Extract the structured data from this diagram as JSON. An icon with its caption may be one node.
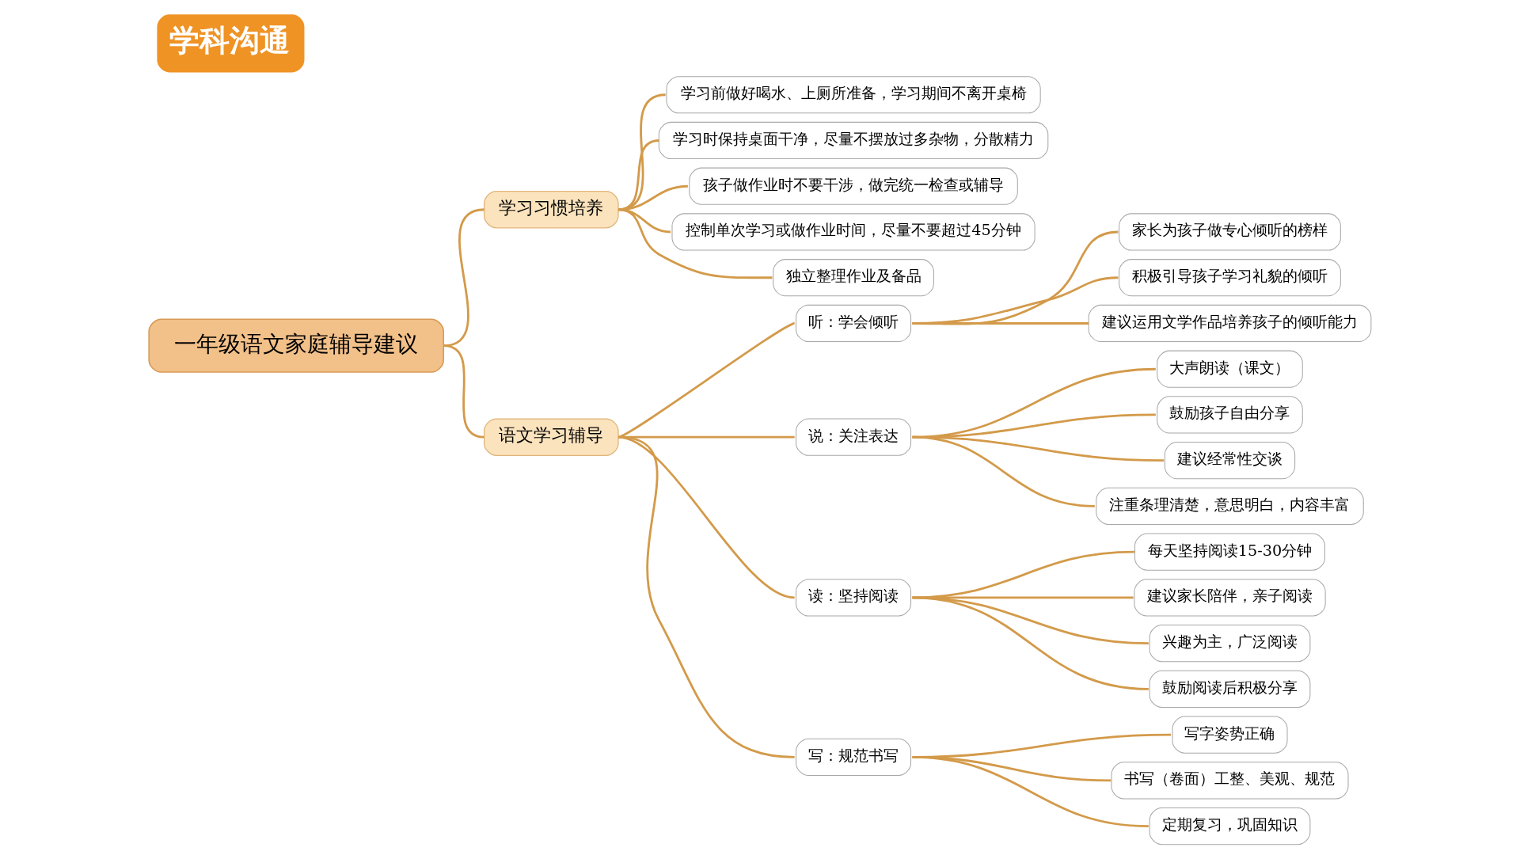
{
  "diagram": {
    "title": "学科沟通",
    "nodes": [
      {
        "text": [
          "一年级语文家庭辅导建议"
        ]
      },
      {
        "text": [
          "学习习惯培养"
        ]
      },
      {
        "text": [
          "学习前做好喝水、上厕所准备，学习期间不离开桌椅"
        ]
      },
      {
        "text": [
          "学习时保持桌面干净，尽量不摆放过多杂物，分散精力"
        ]
      },
      {
        "text": [
          "孩子做作业时不要干涉，做完统一检查或辅导"
        ]
      },
      {
        "text": [
          "控制单次学习或做作业时间，尽量不要超过45分钟"
        ]
      },
      {
        "text": [
          "独立整理作业及备品"
        ]
      },
      {
        "text": [
          "语文学习辅导"
        ]
      },
      {
        "text": [
          "听：学会倾听"
        ]
      },
      {
        "text": [
          "家长为孩子做专心倾听的榜样"
        ]
      },
      {
        "text": [
          "积极引导孩子学习礼貌的倾听"
        ]
      },
      {
        "text": [
          "建议运用文学作品培养孩子的倾听能力"
        ]
      },
      {
        "text": [
          "说：关注表达"
        ]
      },
      {
        "text": [
          "大声朗读（课文）"
        ]
      },
      {
        "text": [
          "鼓励孩子自由分享"
        ]
      },
      {
        "text": [
          "建议经常性交谈"
        ]
      },
      {
        "text": [
          "注重条理清楚，意思明白，内容丰富"
        ]
      },
      {
        "text": [
          "读：坚持阅读"
        ]
      },
      {
        "text": [
          "每天坚持阅读15-30分钟"
        ]
      },
      {
        "text": [
          "建议家长陪伴，亲子阅读"
        ]
      },
      {
        "text": [
          "兴趣为主，广泛阅读"
        ]
      },
      {
        "text": [
          "鼓励阅读后积极分享"
        ]
      },
      {
        "text": [
          "写：规范书写"
        ]
      },
      {
        "text": [
          "写字姿势正确"
        ]
      },
      {
        "text": [
          "书写（卷面）工整、美观、规范"
        ]
      },
      {
        "text": [
          "定期复习，巩固知识"
        ]
      }
    ],
    "edges": [
      {
        "from": 0,
        "to": 1,
        "arrow": "none"
      },
      {
        "from": 1,
        "to": 2,
        "arrow": "none"
      },
      {
        "from": 1,
        "to": 3,
        "arrow": "none"
      },
      {
        "from": 1,
        "to": 4,
        "arrow": "none"
      },
      {
        "from": 1,
        "to": 5,
        "arrow": "none"
      },
      {
        "from": 1,
        "to": 6,
        "arrow": "none"
      },
      {
        "from": 0,
        "to": 7,
        "arrow": "none"
      },
      {
        "from": 7,
        "to": 8,
        "arrow": "none"
      },
      {
        "from": 8,
        "to": 9,
        "arrow": "none"
      },
      {
        "from": 8,
        "to": 10,
        "arrow": "none"
      },
      {
        "from": 8,
        "to": 11,
        "arrow": "none"
      },
      {
        "from": 7,
        "to": 12,
        "arrow": "none"
      },
      {
        "from": 12,
        "to": 13,
        "arrow": "none"
      },
      {
        "from": 12,
        "to": 14,
        "arrow": "none"
      },
      {
        "from": 12,
        "to": 15,
        "arrow": "none"
      },
      {
        "from": 12,
        "to": 16,
        "arrow": "none"
      },
      {
        "from": 7,
        "to": 17,
        "arrow": "none"
      },
      {
        "from": 17,
        "to": 18,
        "arrow": "none"
      },
      {
        "from": 17,
        "to": 19,
        "arrow": "none"
      },
      {
        "from": 17,
        "to": 20,
        "arrow": "none"
      },
      {
        "from": 17,
        "to": 21,
        "arrow": "none"
      },
      {
        "from": 7,
        "to": 22,
        "arrow": "none"
      },
      {
        "from": 22,
        "to": 23,
        "arrow": "none"
      },
      {
        "from": 22,
        "to": 24,
        "arrow": "none"
      },
      {
        "from": 22,
        "to": 25,
        "arrow": "none"
      }
    ]
  }
}
